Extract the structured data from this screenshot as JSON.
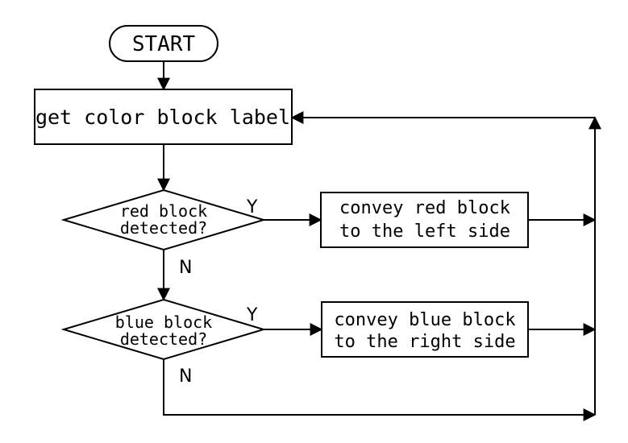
{
  "flowchart": {
    "start": "START",
    "get_label": "get color block label",
    "red_decision": [
      "red block",
      "detected?"
    ],
    "red_action": [
      "convey red block",
      "to the left side"
    ],
    "blue_decision": [
      "blue block",
      "detected?"
    ],
    "blue_action": [
      "convey blue block",
      "to the right side"
    ],
    "yes_label": "Y",
    "no_label": "N"
  }
}
